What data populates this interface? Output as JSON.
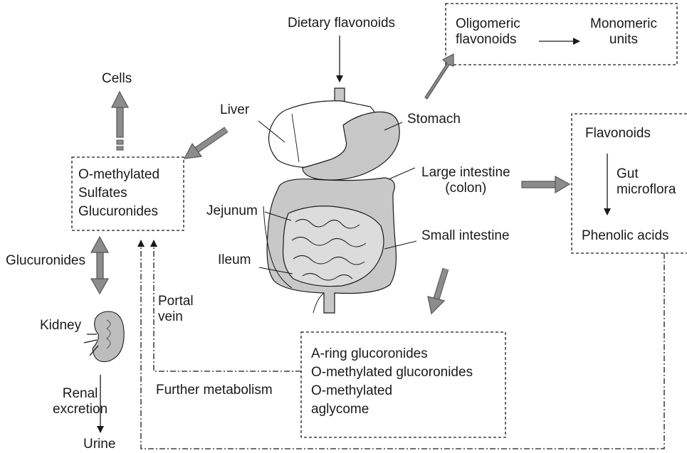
{
  "labels": {
    "dietary_flavonoids": "Dietary flavonoids",
    "cells": "Cells",
    "liver": "Liver",
    "stomach": "Stomach",
    "large_intestine": [
      "Large intestine",
      "(colon)"
    ],
    "jejunum": "Jejunum",
    "small_intestine": "Small intestine",
    "ileum": "Ileum",
    "glucuronides": "Glucuronides",
    "kidney": "Kidney",
    "portal_vein": [
      "Portal",
      "vein"
    ],
    "renal_excretion": [
      "Renal",
      "excretion"
    ],
    "urine": "Urine",
    "further_metabolism": "Further metabolism"
  },
  "boxes": {
    "oligomeric": {
      "left": [
        "Oligomeric",
        "flavonoids"
      ],
      "right": [
        "Monomeric",
        "units"
      ]
    },
    "liver_products": [
      "O-methylated",
      "Sulfates",
      "Glucuronides"
    ],
    "colon_products": {
      "top": "Flavonoids",
      "middle": [
        "Gut",
        "microflora"
      ],
      "bottom": "Phenolic acids"
    },
    "intestine_products": [
      "A-ring glucoronides",
      "O-methylated glucoronides",
      "O-methylated",
      "aglycome"
    ]
  },
  "colors": {
    "arrow_fill": "#8c8c8c",
    "organ_fill": "#c8c8c8",
    "line": "#1a1a1a"
  }
}
